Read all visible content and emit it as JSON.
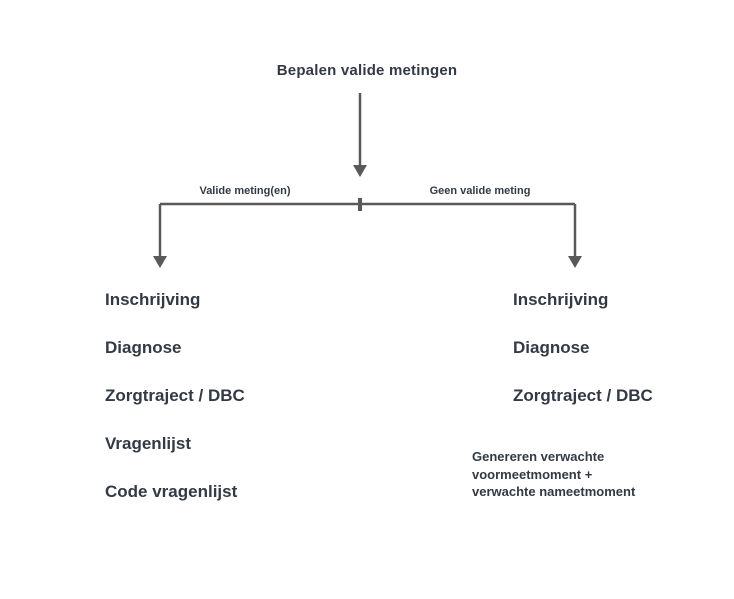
{
  "diagram": {
    "title": "Bepalen valide metingen",
    "branches": {
      "left_label": "Valide meting(en)",
      "right_label": "Geen valide meting"
    },
    "left_list": [
      "Inschrijving",
      "Diagnose",
      "Zorgtraject / DBC",
      "Vragenlijst",
      "Code vragenlijst"
    ],
    "right_list": [
      "Inschrijving",
      "Diagnose",
      "Zorgtraject / DBC"
    ],
    "right_note_lines": [
      "Genereren verwachte",
      "voormeetmoment +",
      "verwachte nameetmoment"
    ],
    "colors": {
      "text": "#333a45",
      "arrow": "#595959",
      "background": "#ffffff"
    }
  }
}
